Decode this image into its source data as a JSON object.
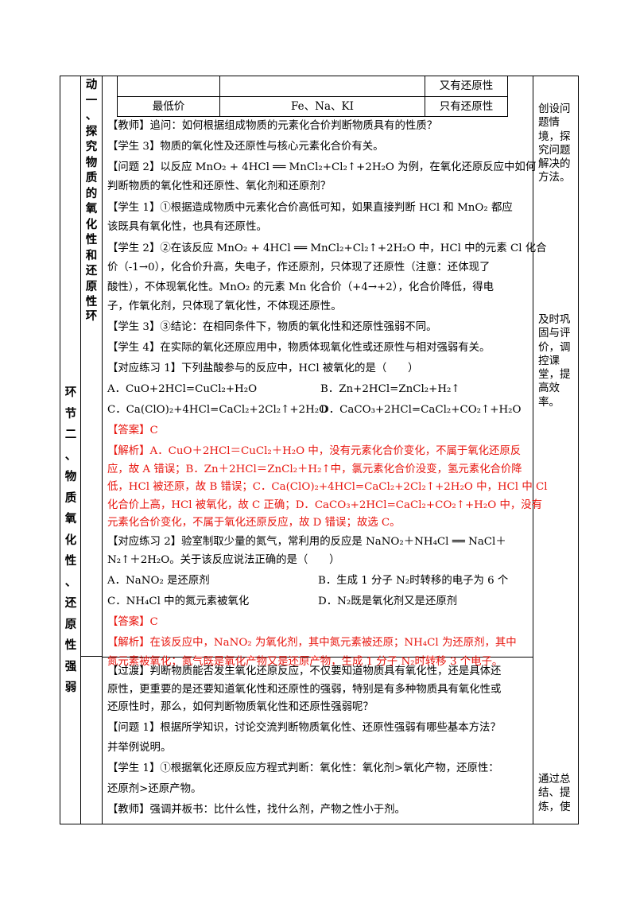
{
  "left_col": {
    "part1_label": [
      "动",
      "一",
      "、",
      "探",
      "究",
      "物",
      "质",
      "的",
      "氧",
      "化",
      "性",
      "和",
      "还",
      "原",
      "性"
    ],
    "huan_a": "环",
    "part2_label": [
      "环",
      "节",
      "二",
      "、",
      "物",
      "质",
      "氧",
      "化",
      "性",
      "、",
      "还",
      "原",
      "性",
      "强",
      "弱"
    ]
  },
  "side_notes": {
    "note1": "创设问题情境，探究问题解决的方法。",
    "note2": "及时巩固与评价，调控课堂，提高效率。",
    "note3": "通过总结、提炼，使"
  },
  "table": {
    "row1": {
      "c1": "",
      "c2": "",
      "c3": "又有还原性"
    },
    "row2": {
      "c1": "最低价",
      "c2": "Fe、Na、KI",
      "c3": "只有还原性"
    }
  },
  "lines": {
    "l1": "【教师】追问：如何根据组成物质的元素化合价判断物质具有的性质？",
    "l2": "【学生 3】物质的氧化性及还原性与核心元素化合价有关。",
    "l3": "【问题 2】以反应 MnO₂ + 4HCl ══ MnCl₂+Cl₂↑+2H₂O 为例，在氧化还原反应中如何",
    "l4": "判断物质的氧化性和还原性、氧化剂和还原剂？",
    "l5": "【学生 1】①根据造成物质中元素化合价高低可知，如果直接判断 HCl 和 MnO₂ 都应",
    "l6": "该既具有氧化性，也具有还原性。",
    "l7": "【学生 2】②在该反应 MnO₂ + 4HCl ══ MnCl₂+Cl₂↑+2H₂O 中，HCl 中的元素 Cl 化合",
    "l8": "价（-1→0），化合价升高，失电子，作还原剂，只体现了还原性（注意：还体现了",
    "l9": "酸性），不体现氧化性。MnO₂ 的元素 Mn 化合价（+4→+2），化合价降低，得电",
    "l10": "子，作氧化剂，只体现了氧化性，不体现还原性。",
    "l11": "【学生 3】③结论：在相同条件下，物质的氧化性和还原性强弱不同。",
    "l12": "【学生 4】在实际的氧化还原应用中，物质体现氧化性或还原性与相对强弱有关。",
    "l13": "【对应练习 1】下列盐酸参与的反应中，HCl 被氧化的是（　　）",
    "optA": "A．CuO+2HCl=CuCl₂+H₂O",
    "optB": "B．Zn+2HCl=ZnCl₂+H₂↑",
    "optC": "C．Ca(ClO)₂+4HCl=CaCl₂+2Cl₂↑+2H₂O",
    "optD": "D．CaCO₃+2HCl=CaCl₂+CO₂↑+H₂O",
    "ans1": "【答案】C",
    "jx1": "【解析】A．CuO＋2HCl＝CuCl₂＋H₂O 中，没有元素化合价变化，不属于氧化还原反",
    "jx2": "应，故 A 错误；B．Zn＋2HCl＝ZnCl₂＋H₂↑中，氯元素化合价没变，氢元素化合价降",
    "jx3": "低，HCl 被还原，故 B 错误；C．Ca(ClO)₂+4HCl=CaCl₂+2Cl₂↑+2H₂O 中，HCl 中 Cl",
    "jx4": "化合价上高，HCl 被氧化，故 C 正确；D．CaCO₃+2HCl=CaCl₂+CO₂↑+H₂O 中，没有",
    "jx5": "元素化合价变化，不属于氧化还原反应，故 D 错误；故选 C。",
    "q2a": "【对应练习 2】验室制取少量的氮气，常利用的反应是 NaNO₂＋NH₄Cl ══ NaCl＋",
    "q2b": "N₂↑＋2H₂O。关于该反应说法正确的是（　　）",
    "q2A": "A．NaNO₂ 是还原剂",
    "q2B": "B．生成 1 分子 N₂时转移的电子为 6 个",
    "q2C": "C．NH₄Cl 中的氮元素被氧化",
    "q2D": "D．N₂既是氧化剂又是还原剂",
    "ans2": "【答案】C",
    "jx2a": "【解析】在该反应中，NaNO₂ 为氧化剂，其中氮元素被还原；NH₄Cl 为还原剂，其中",
    "jx2b": "氮元素被氧化；氮气既是氧化产物又是还原产物，生成 1 分子 N₂时转移 3 个电子。",
    "gd1": "【过渡】判断物质能否发生氧化还原反应，不仅要知道物质具有氧化性，还是具体还",
    "gd2": "原性，更重要的是还要知道氧化性和还原性的强弱，特别是有多种物质具有氧化性或",
    "gd3": "还原性时，那么，如何判断物质氧化性和还原性强弱呢？",
    "wt1": "【问题 1】根据所学知识，讨论交流判断物质氧化性、还原性强弱有哪些基本方法？",
    "wt2": "并举例说明。",
    "xs1a": "【学生 1】①根据氧化还原反应方程式判断：氧化性：氧化剂>氧化产物，还原性：",
    "xs1b": "还原剂>还原产物。",
    "js": "【教师】强调并板书：比什么性，找什么剂，产物之性小于剂。"
  }
}
